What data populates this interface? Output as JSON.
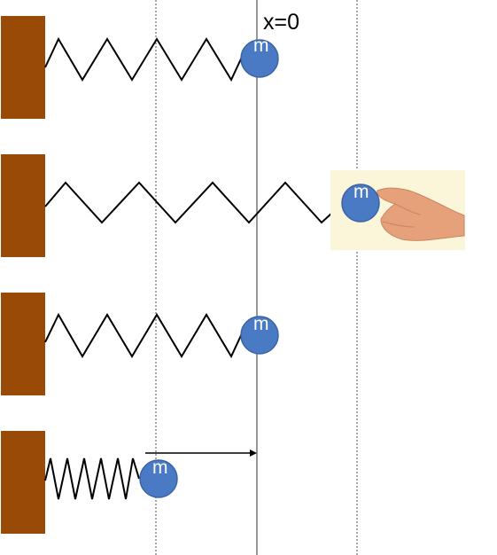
{
  "diagram": {
    "origin_label": "x=0",
    "mass_label": "m",
    "panels": [
      {
        "name": "equilibrium",
        "extra": ""
      },
      {
        "name": "stretched-by-hand",
        "extra": "hand"
      },
      {
        "name": "equilibrium-return",
        "extra": ""
      },
      {
        "name": "compressed-with-velocity",
        "extra": "arrow"
      }
    ]
  },
  "colors": {
    "wall": "#9a4a07",
    "mass": "#4a7ac4",
    "mass_outline": "#3a64a6",
    "spring": "#000000",
    "center_line": "#7f7f7f",
    "dashed_line": "#6d6d6d",
    "hand_bg": "#fbf6d9",
    "skin": "#e7a17a"
  },
  "icons": {
    "hand": "hand-icon",
    "arrow": "velocity-arrow-icon"
  }
}
